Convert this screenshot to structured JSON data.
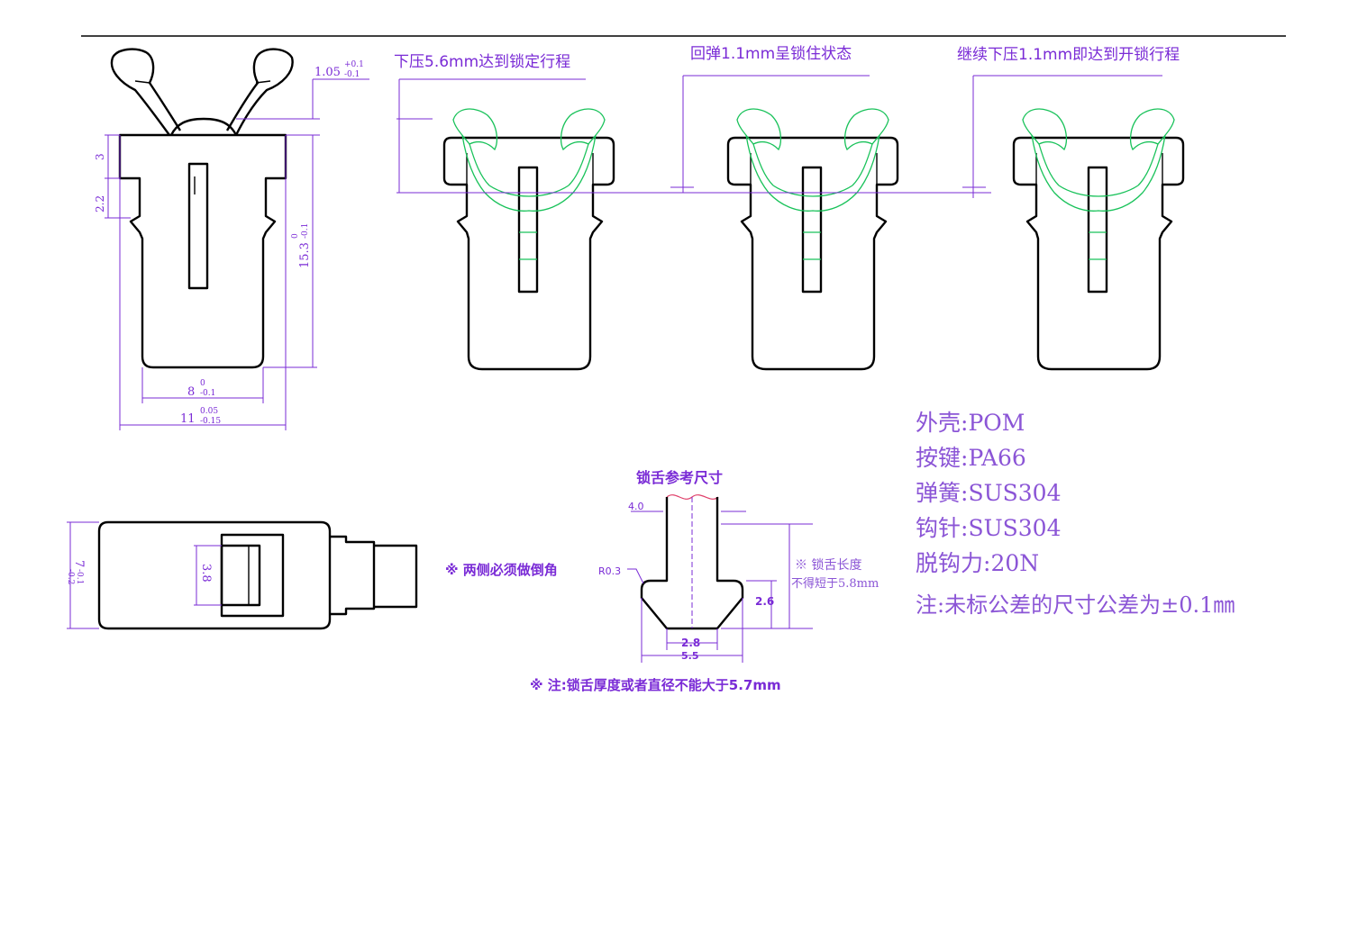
{
  "dimensions": {
    "top_offset": "1.05",
    "top_offset_tol_upper": "+0.1",
    "top_offset_tol_lower": "-0.1",
    "side_3": "3",
    "side_2_2": "2.2",
    "height": "15.3",
    "height_tol_upper": "0",
    "height_tol_lower": "-0.1",
    "width_inner": "8",
    "width_inner_tol_upper": "0",
    "width_inner_tol_lower": "-0.1",
    "width_outer": "11",
    "width_outer_tol_upper": "0.05",
    "width_outer_tol_lower": "-0.15",
    "bottom_inner": "3.8",
    "bottom_thick": "7",
    "bottom_thick_tol_upper": "-0.1",
    "bottom_thick_tol_lower": "-0.2"
  },
  "steps": [
    {
      "label": "下压5.6mm达到锁定行程"
    },
    {
      "label": "回弹1.1mm呈锁住状态"
    },
    {
      "label": "继续下压1.1mm即达到开锁行程"
    }
  ],
  "tongue": {
    "title": "锁舌参考尺寸",
    "dim_4_0": "4.0",
    "dim_2_6": "2.6",
    "dim_2_8": "2.8",
    "dim_5_5": "5.5",
    "chamfer_note": "※ 两侧必须做倒角",
    "chamfer_radius": "R0.3",
    "length_note_line1": "※ 锁舌长度",
    "length_note_line2": "不得短于5.8mm",
    "footer_note": "※ 注:锁舌厚度或者直径不能大于5.7mm"
  },
  "specs": [
    {
      "label": "外壳:",
      "value": "POM"
    },
    {
      "label": "按键:",
      "value": "PA66"
    },
    {
      "label": "弹簧:",
      "value": "SUS304"
    },
    {
      "label": "钩针:",
      "value": "SUS304"
    },
    {
      "label": "脱钩力:",
      "value": "20N"
    }
  ],
  "tolerance_note": "注:未标公差的尺寸公差为±0.1㎜",
  "colors": {
    "dimension": "#7a2bd6",
    "spec_text": "#8b55d6",
    "outline": "#000000",
    "spring": "#19c25a",
    "tongue_top": "#e0406a"
  }
}
